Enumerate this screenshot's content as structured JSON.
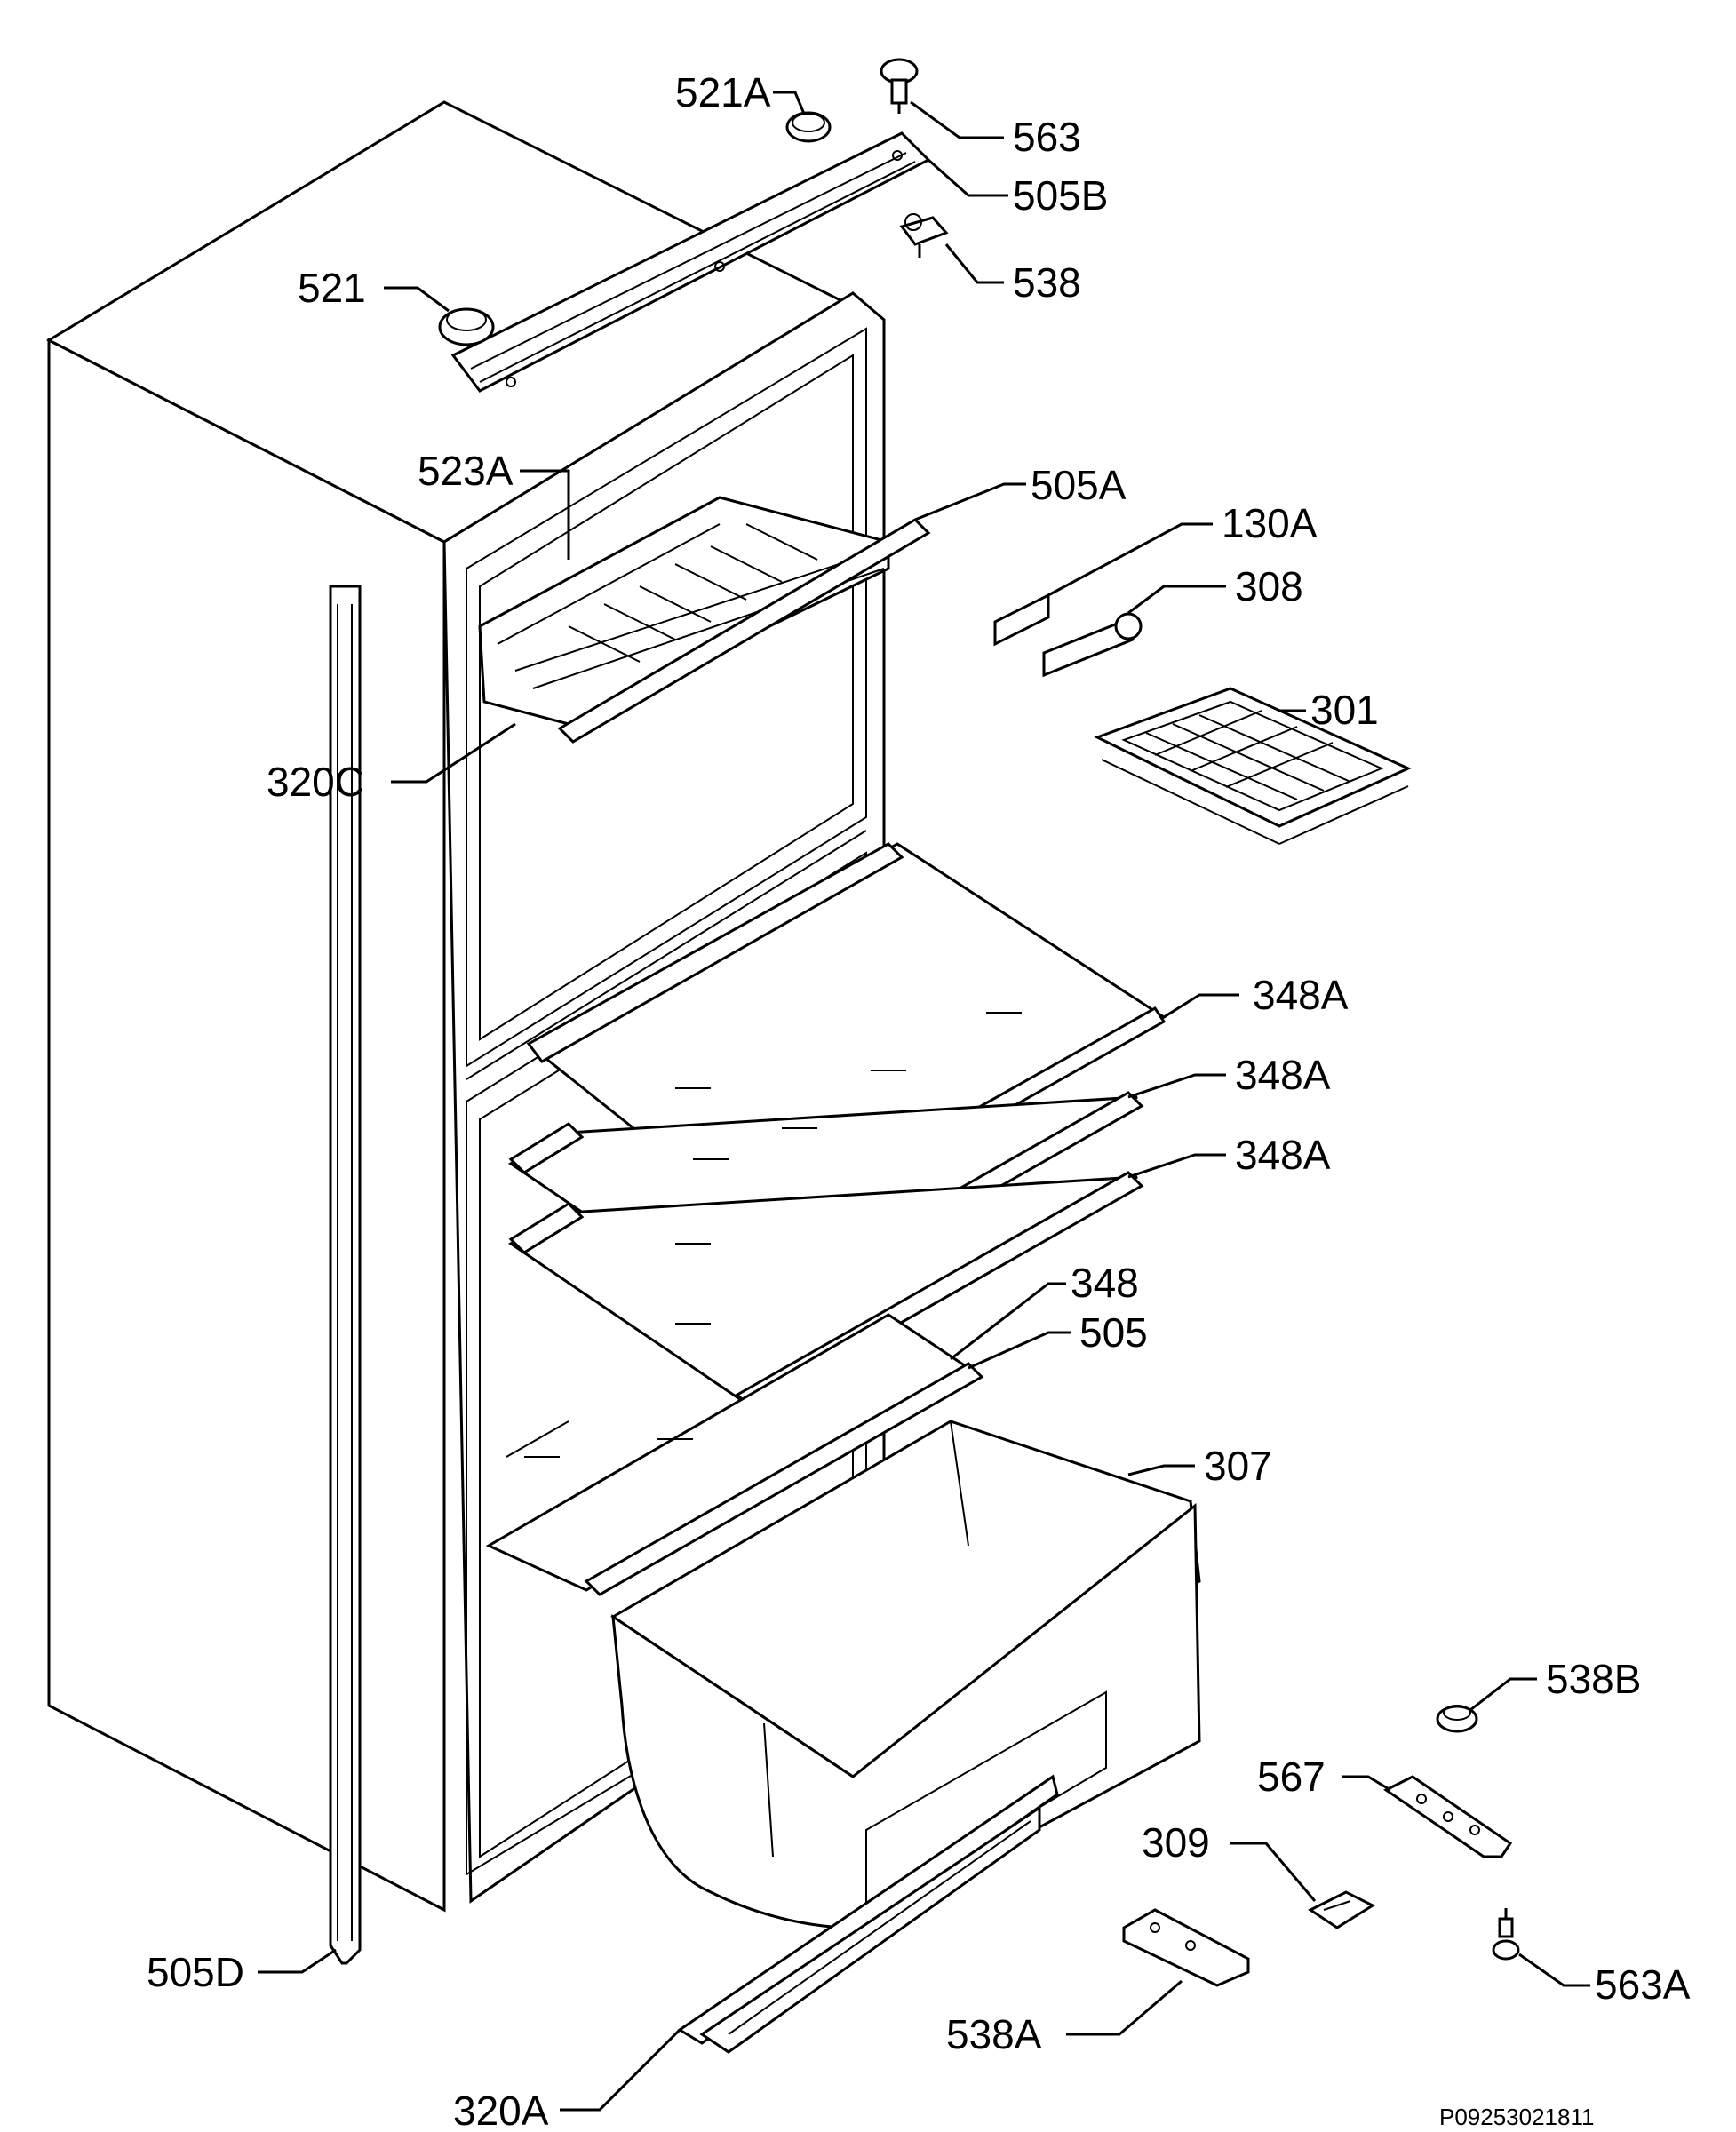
{
  "diagram": {
    "labels": {
      "l521A": "521A",
      "l563": "563",
      "l505B": "505B",
      "l538": "538",
      "l521": "521",
      "l523A": "523A",
      "l505A": "505A",
      "l130A": "130A",
      "l308": "308",
      "l301": "301",
      "l320C": "320C",
      "l348A_1": "348A",
      "l348A_2": "348A",
      "l348A_3": "348A",
      "l348": "348",
      "l505": "505",
      "l307": "307",
      "l538B": "538B",
      "l567": "567",
      "l309": "309",
      "l563A": "563A",
      "l505D": "505D",
      "l538A": "538A",
      "l320A": "320A"
    },
    "reference": "P09253021811"
  }
}
